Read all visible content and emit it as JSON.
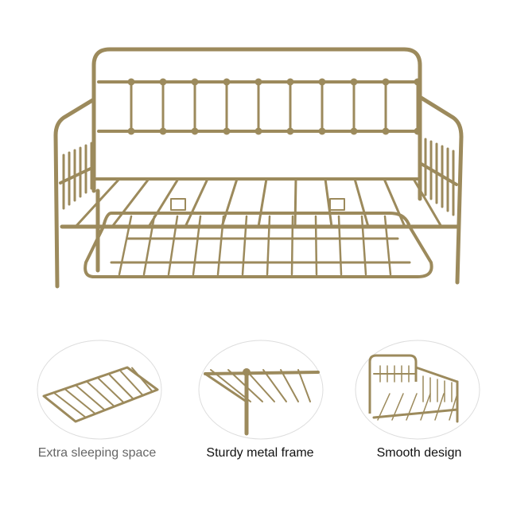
{
  "product": {
    "frame_color": "#9c8a5c",
    "features": [
      {
        "label": "Extra sleeping space",
        "label_color": "#666666"
      },
      {
        "label": "Sturdy metal frame",
        "label_color": "#111111"
      },
      {
        "label": "Smooth design",
        "label_color": "#111111"
      }
    ]
  }
}
